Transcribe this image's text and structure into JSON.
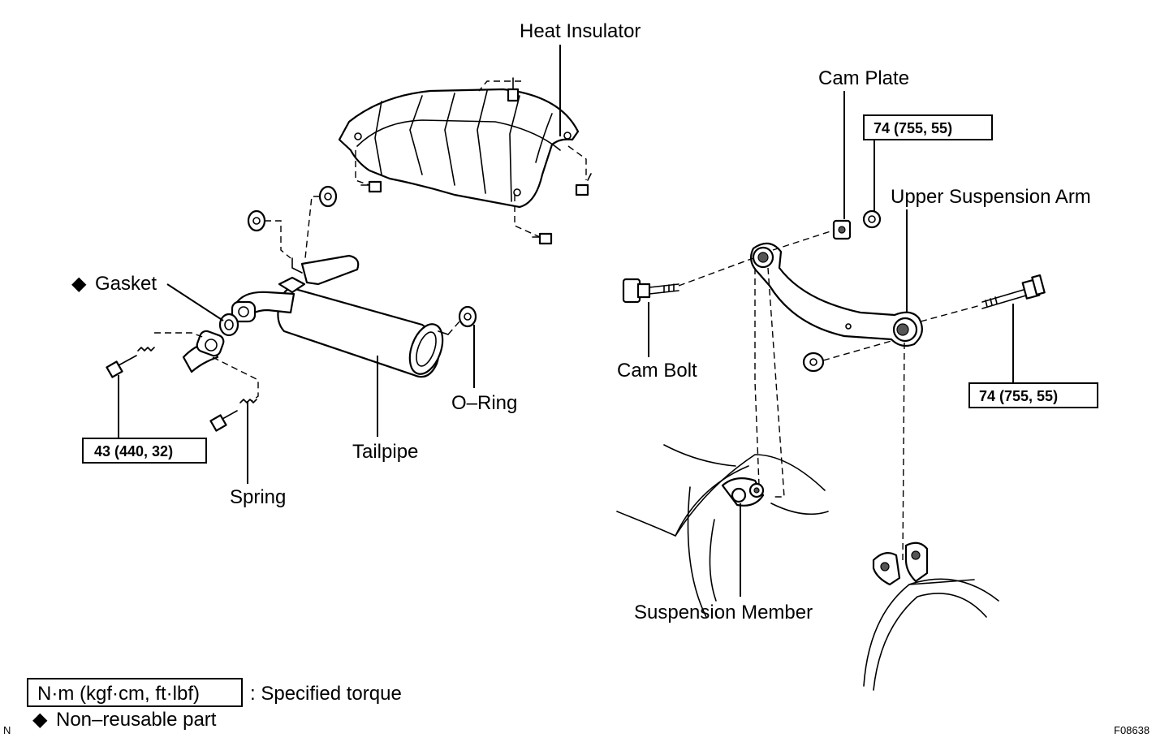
{
  "labels": {
    "heat_insulator": "Heat Insulator",
    "cam_plate": "Cam Plate",
    "upper_suspension_arm": "Upper Suspension Arm",
    "gasket": "Gasket",
    "cam_bolt": "Cam Bolt",
    "o_ring": "O–Ring",
    "tailpipe": "Tailpipe",
    "spring": "Spring",
    "suspension_member": "Suspension Member"
  },
  "torque": {
    "cam_plate_nut": "74 (755, 55)",
    "arm_bolt": "74 (755, 55)",
    "tailpipe_bolt": "43 (440, 32)"
  },
  "legend": {
    "torque_box": "N·m (kgf·cm, ft·lbf)",
    "torque_desc": ": Specified torque",
    "non_reusable": "Non–reusable part",
    "non_reusable_mark": "◆"
  },
  "corner": {
    "left": "N",
    "right": "F08638"
  }
}
